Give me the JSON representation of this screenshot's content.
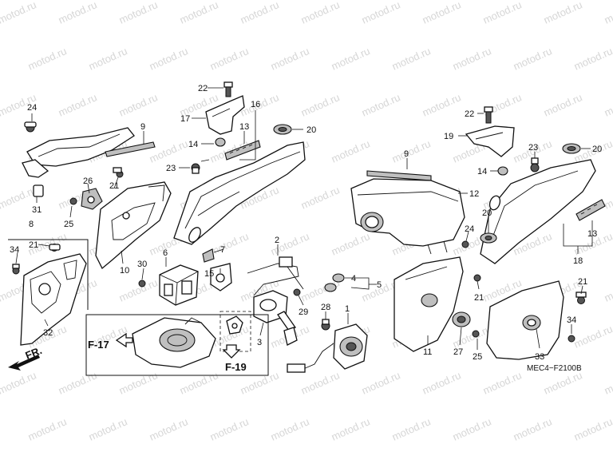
{
  "watermark": "motod.ru",
  "diagram_code": "MEC4−F2100B",
  "direction_label": "FR.",
  "references": {
    "left": "F-17",
    "bottom": "F-19"
  },
  "callouts": [
    {
      "id": "c24a",
      "label": "24"
    },
    {
      "id": "c9a",
      "label": "9"
    },
    {
      "id": "c26",
      "label": "26"
    },
    {
      "id": "c21a",
      "label": "21"
    },
    {
      "id": "c31",
      "label": "31"
    },
    {
      "id": "c8",
      "label": "8"
    },
    {
      "id": "c25a",
      "label": "25"
    },
    {
      "id": "c10",
      "label": "10"
    },
    {
      "id": "c21b",
      "label": "21"
    },
    {
      "id": "c34a",
      "label": "34"
    },
    {
      "id": "c32",
      "label": "32"
    },
    {
      "id": "c22a",
      "label": "22"
    },
    {
      "id": "c17",
      "label": "17"
    },
    {
      "id": "c16",
      "label": "16"
    },
    {
      "id": "c13a",
      "label": "13"
    },
    {
      "id": "c20a",
      "label": "20"
    },
    {
      "id": "c14a",
      "label": "14"
    },
    {
      "id": "c23a",
      "label": "23"
    },
    {
      "id": "c2",
      "label": "2"
    },
    {
      "id": "c7",
      "label": "7"
    },
    {
      "id": "c6",
      "label": "6"
    },
    {
      "id": "c30",
      "label": "30"
    },
    {
      "id": "c15",
      "label": "15"
    },
    {
      "id": "c29",
      "label": "29"
    },
    {
      "id": "c3",
      "label": "3"
    },
    {
      "id": "c28",
      "label": "28"
    },
    {
      "id": "c1",
      "label": "1"
    },
    {
      "id": "c9b",
      "label": "9"
    },
    {
      "id": "c12",
      "label": "12"
    },
    {
      "id": "c24b",
      "label": "24"
    },
    {
      "id": "c4",
      "label": "4"
    },
    {
      "id": "c5",
      "label": "5"
    },
    {
      "id": "c11",
      "label": "11"
    },
    {
      "id": "c21c",
      "label": "21"
    },
    {
      "id": "c27",
      "label": "27"
    },
    {
      "id": "c25b",
      "label": "25"
    },
    {
      "id": "c22b",
      "label": "22"
    },
    {
      "id": "c19",
      "label": "19"
    },
    {
      "id": "c23b",
      "label": "23"
    },
    {
      "id": "c20b",
      "label": "20"
    },
    {
      "id": "c14b",
      "label": "14"
    },
    {
      "id": "c20c",
      "label": "20"
    },
    {
      "id": "c13b",
      "label": "13"
    },
    {
      "id": "c18",
      "label": "18"
    },
    {
      "id": "c21d",
      "label": "21"
    },
    {
      "id": "c34b",
      "label": "34"
    },
    {
      "id": "c33",
      "label": "33"
    }
  ]
}
